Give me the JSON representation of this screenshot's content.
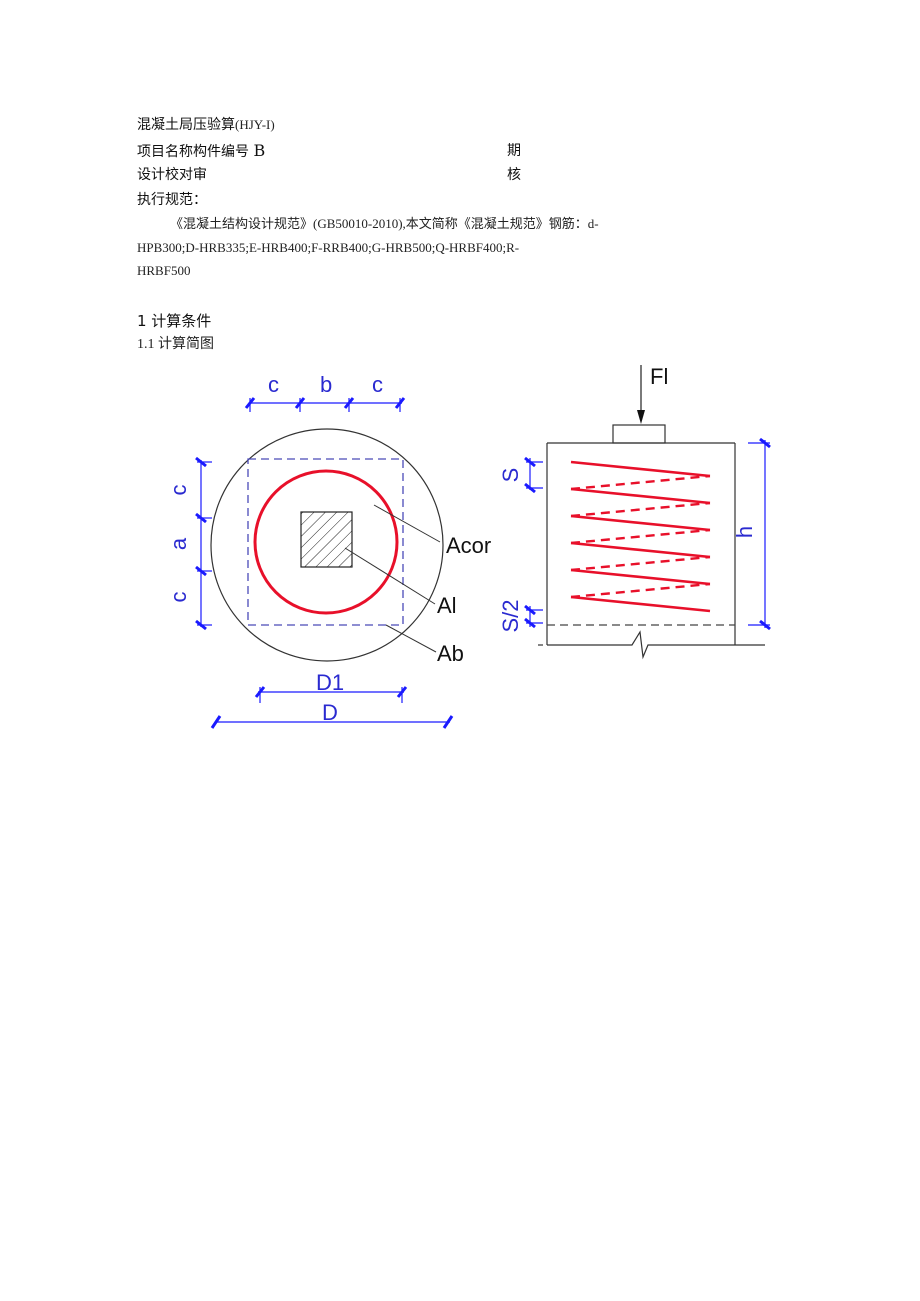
{
  "document": {
    "title": "混凝土局压验算",
    "title_code": "(HJY-I)",
    "project_line": "项目名称构件编号",
    "project_value": "B",
    "date_label": "期",
    "design_line": "设计校对审",
    "check_label": "核",
    "code_heading": "执行规范：",
    "code_text_1": "《混凝土结构设计规范》(GB50010-2010),本文简称《混凝土规范》钢筋：d-",
    "code_text_2": "HPB300;D-HRB335;E-HRB400;F-RRB400;G-HRB500;Q-HRBF400;R-",
    "code_text_3": "HRBF500",
    "section_1": "1 计算条件",
    "section_1_1": "1.1 计算简图"
  },
  "figure": {
    "plan_view": {
      "dim_top": [
        "c",
        "b",
        "c"
      ],
      "dim_left": [
        "c",
        "a",
        "c"
      ],
      "dim_bottom_inner": "D1",
      "dim_bottom_outer": "D",
      "labels": [
        "Acor",
        "Al",
        "Ab"
      ]
    },
    "elevation_view": {
      "force_label": "Fl",
      "dim_spacing": "S",
      "dim_half_spacing": "S/2",
      "dim_height": "h"
    },
    "colors": {
      "dimension": "#1a1aff",
      "spiral": "#e8102a",
      "outline": "#333333",
      "dashed_box": "#4a4ab8"
    }
  }
}
